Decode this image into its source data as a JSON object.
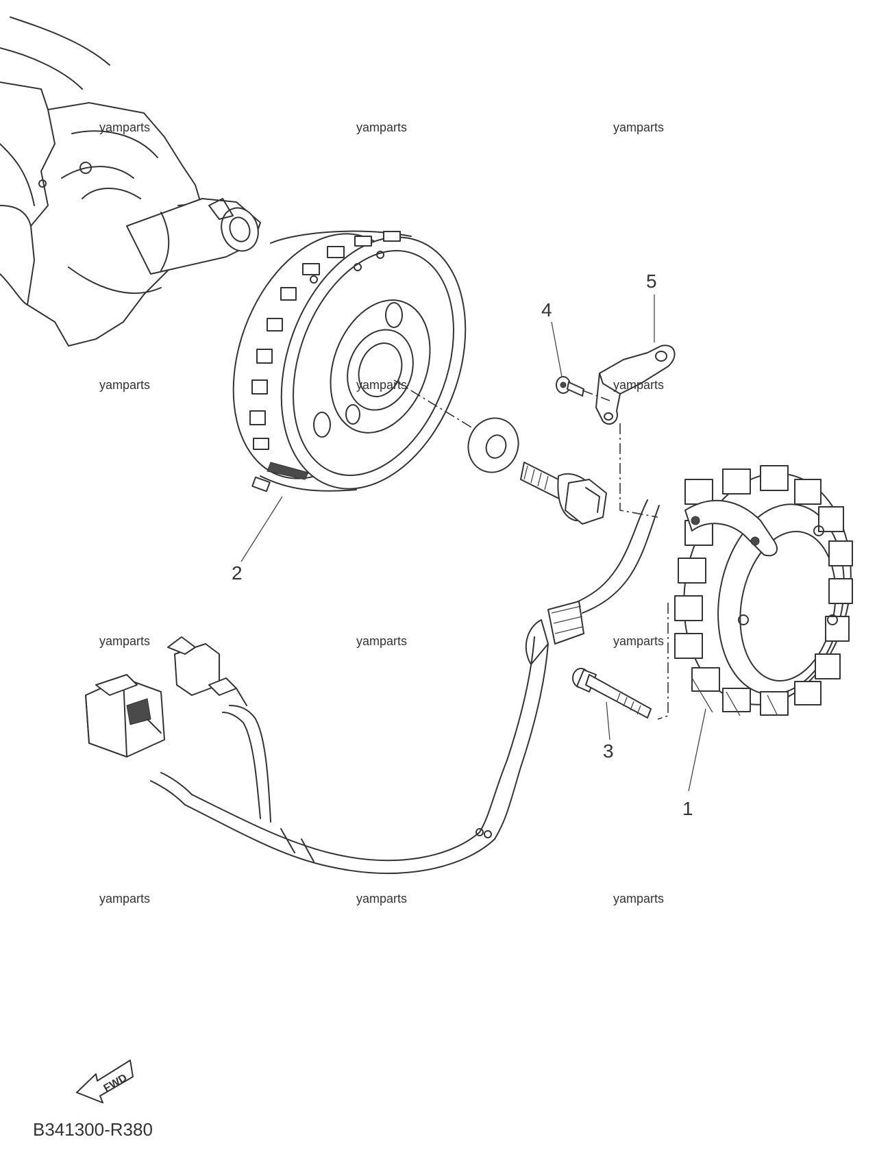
{
  "callouts": {
    "stator": "1",
    "rotor": "2",
    "stator_bolt": "3",
    "clamp_screw": "4",
    "lead_clamp": "5"
  },
  "watermark": "yamparts",
  "forward_label": "FWD",
  "diagram_code": "B341300-R380"
}
